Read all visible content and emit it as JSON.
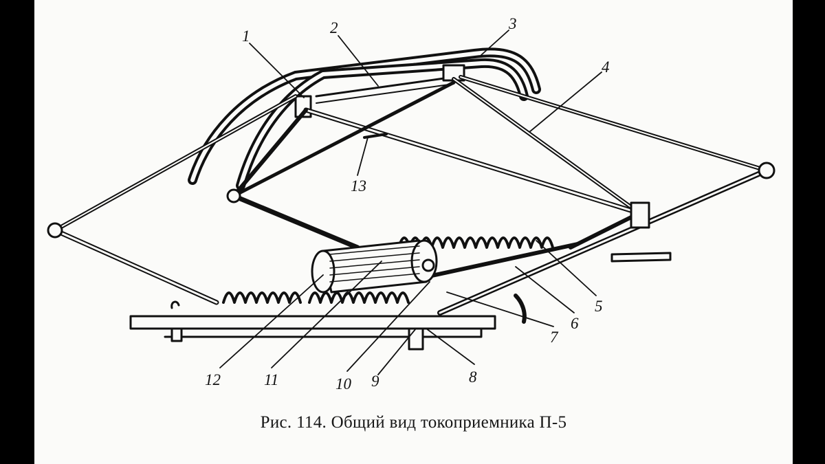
{
  "figure": {
    "callouts": [
      {
        "id": "1",
        "label": "1"
      },
      {
        "id": "2",
        "label": "2"
      },
      {
        "id": "3",
        "label": "3"
      },
      {
        "id": "4",
        "label": "4"
      },
      {
        "id": "5",
        "label": "5"
      },
      {
        "id": "6",
        "label": "6"
      },
      {
        "id": "7",
        "label": "7"
      },
      {
        "id": "8",
        "label": "8"
      },
      {
        "id": "9",
        "label": "9"
      },
      {
        "id": "10",
        "label": "10"
      },
      {
        "id": "11",
        "label": "11"
      },
      {
        "id": "12",
        "label": "12"
      },
      {
        "id": "13",
        "label": "13"
      }
    ]
  },
  "caption": {
    "prefix": "Рис.",
    "number": "114.",
    "text": "Общий вид токоприемника П-5"
  },
  "colors": {
    "ink": "#111111",
    "paper": "#fbfbf9",
    "frame": "#000000"
  }
}
